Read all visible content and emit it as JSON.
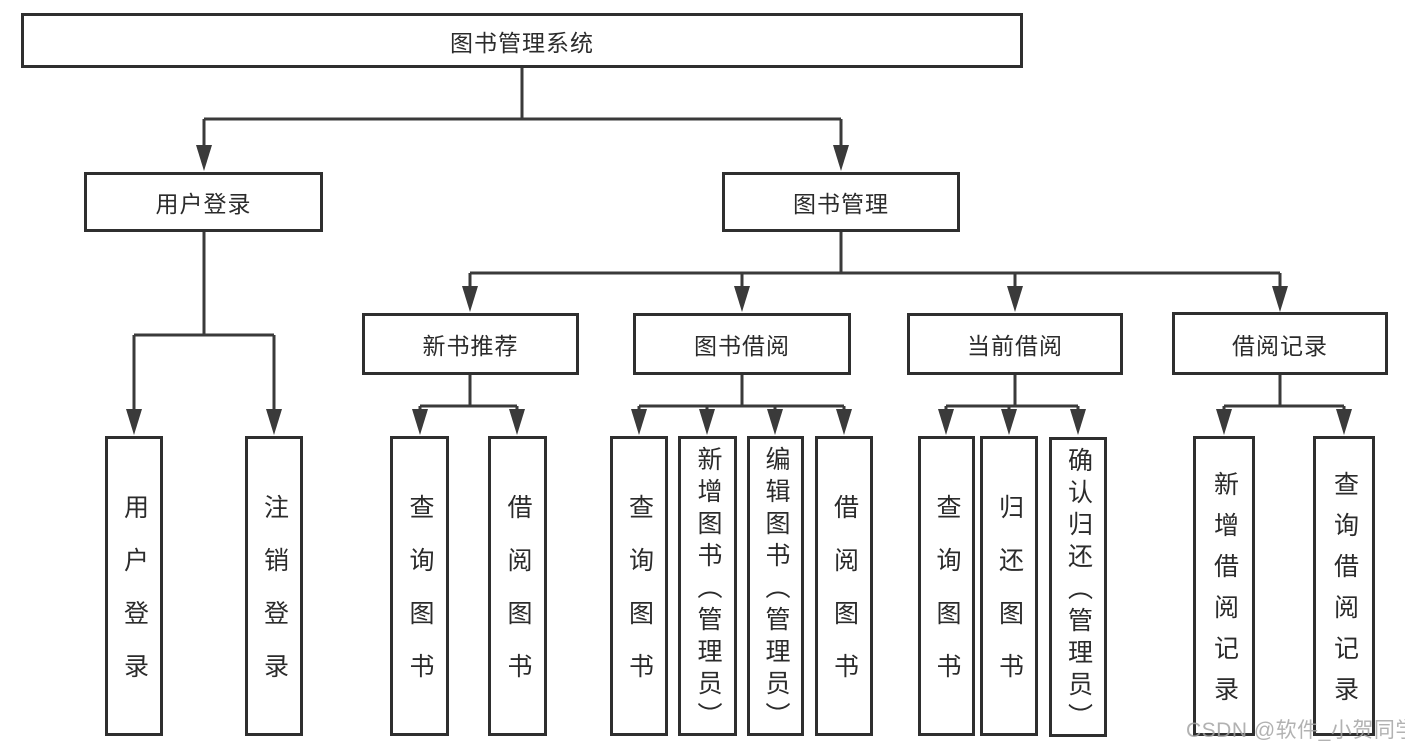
{
  "diagram_title": "图书管理系统",
  "colors": {
    "line": "#3a3a3a",
    "border": "#2f2f2f",
    "text": "#2b2b2b",
    "watermark": "#a4a4a4"
  },
  "tree": {
    "root": {
      "label": "图书管理系统",
      "children": [
        {
          "label": "用户登录",
          "children": [
            {
              "label": "用户登录"
            },
            {
              "label": "注销登录"
            }
          ]
        },
        {
          "label": "图书管理",
          "children": [
            {
              "label": "新书推荐",
              "children": [
                {
                  "label": "查询图书"
                },
                {
                  "label": "借阅图书"
                }
              ]
            },
            {
              "label": "图书借阅",
              "children": [
                {
                  "label": "查询图书"
                },
                {
                  "label": "新增图书（管理员）"
                },
                {
                  "label": "编辑图书（管理员）"
                },
                {
                  "label": "借阅图书"
                }
              ]
            },
            {
              "label": "当前借阅",
              "children": [
                {
                  "label": "查询图书"
                },
                {
                  "label": "归还图书"
                },
                {
                  "label": "确认归还（管理员）"
                }
              ]
            },
            {
              "label": "借阅记录",
              "children": [
                {
                  "label": "新增借阅记录"
                },
                {
                  "label": "查询借阅记录"
                }
              ]
            }
          ]
        }
      ]
    }
  },
  "watermark": {
    "text": "CSDN @软件_小贺同学"
  }
}
